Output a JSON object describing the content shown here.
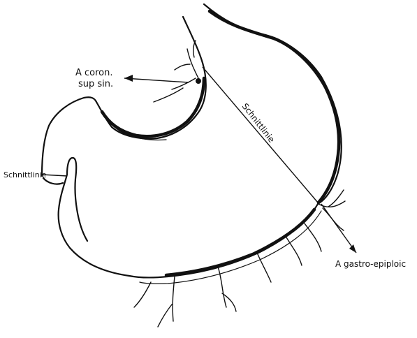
{
  "labels": {
    "coronary_artery_line1": "A coron.",
    "coronary_artery_line2": "sup sin.",
    "cut_line_upper": "Schnittlinie",
    "cut_line_left": "Schnittlinie",
    "gastroepiploic_artery": "A gastro-epiploic"
  }
}
